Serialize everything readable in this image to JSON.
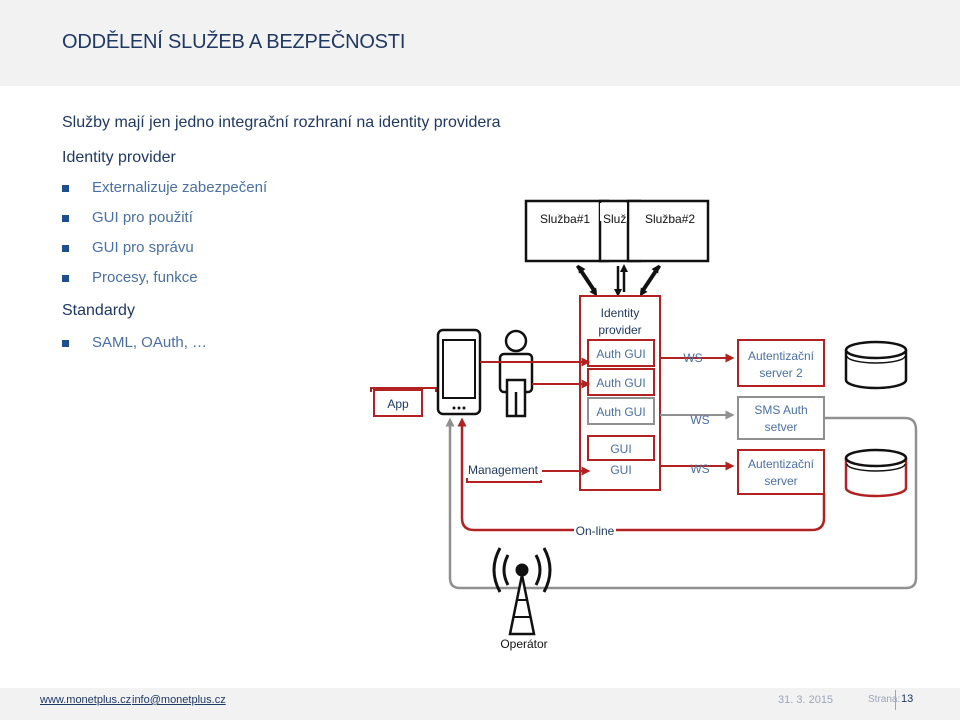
{
  "title": "ODDĚLENÍ SLUŽEB A BEZPEČNOSTI",
  "content": {
    "line1": "Služby mají jen jedno integrační rozhraní na identity providera",
    "line2": "Identity provider",
    "bullets_idp": [
      "Externalizuje zabezpečení",
      "GUI pro použití",
      "GUI pro správu",
      "Procesy, funkce"
    ],
    "line3": "Standardy",
    "bullets_std": [
      "SAML, OAuth, …"
    ]
  },
  "diagram": {
    "sluzba1": "Služba#1",
    "sluzba_mid": "Služ",
    "sluzba2": "Služba#2",
    "idp_line1": "Identity",
    "idp_line2": "provider",
    "auth_gui_1": "Auth GUI",
    "auth_gui_2": "Auth GUI",
    "auth_gui_3": "Auth GUI",
    "gui_1": "GUI",
    "gui_2": "GUI",
    "ws_1": "WS",
    "ws_2": "WS",
    "ws_3": "WS",
    "auth_server2_l1": "Autentizační",
    "auth_server2_l2": "server 2",
    "sms_l1": "SMS Auth",
    "sms_l2": "setver",
    "auth_server_l1": "Autentizační",
    "auth_server_l2": "server",
    "app": "App",
    "management": "Management",
    "online": "On-line",
    "operator": "Operátor",
    "colors": {
      "red": "#b22222",
      "gray": "#909090",
      "dark": "#111111",
      "blue": "#1f3864"
    }
  },
  "footer": {
    "web": "www.monetplus.cz",
    "email": "info@monetplus.cz",
    "date": "31. 3. 2015",
    "page_label": "Strana:",
    "page_num": "13"
  }
}
